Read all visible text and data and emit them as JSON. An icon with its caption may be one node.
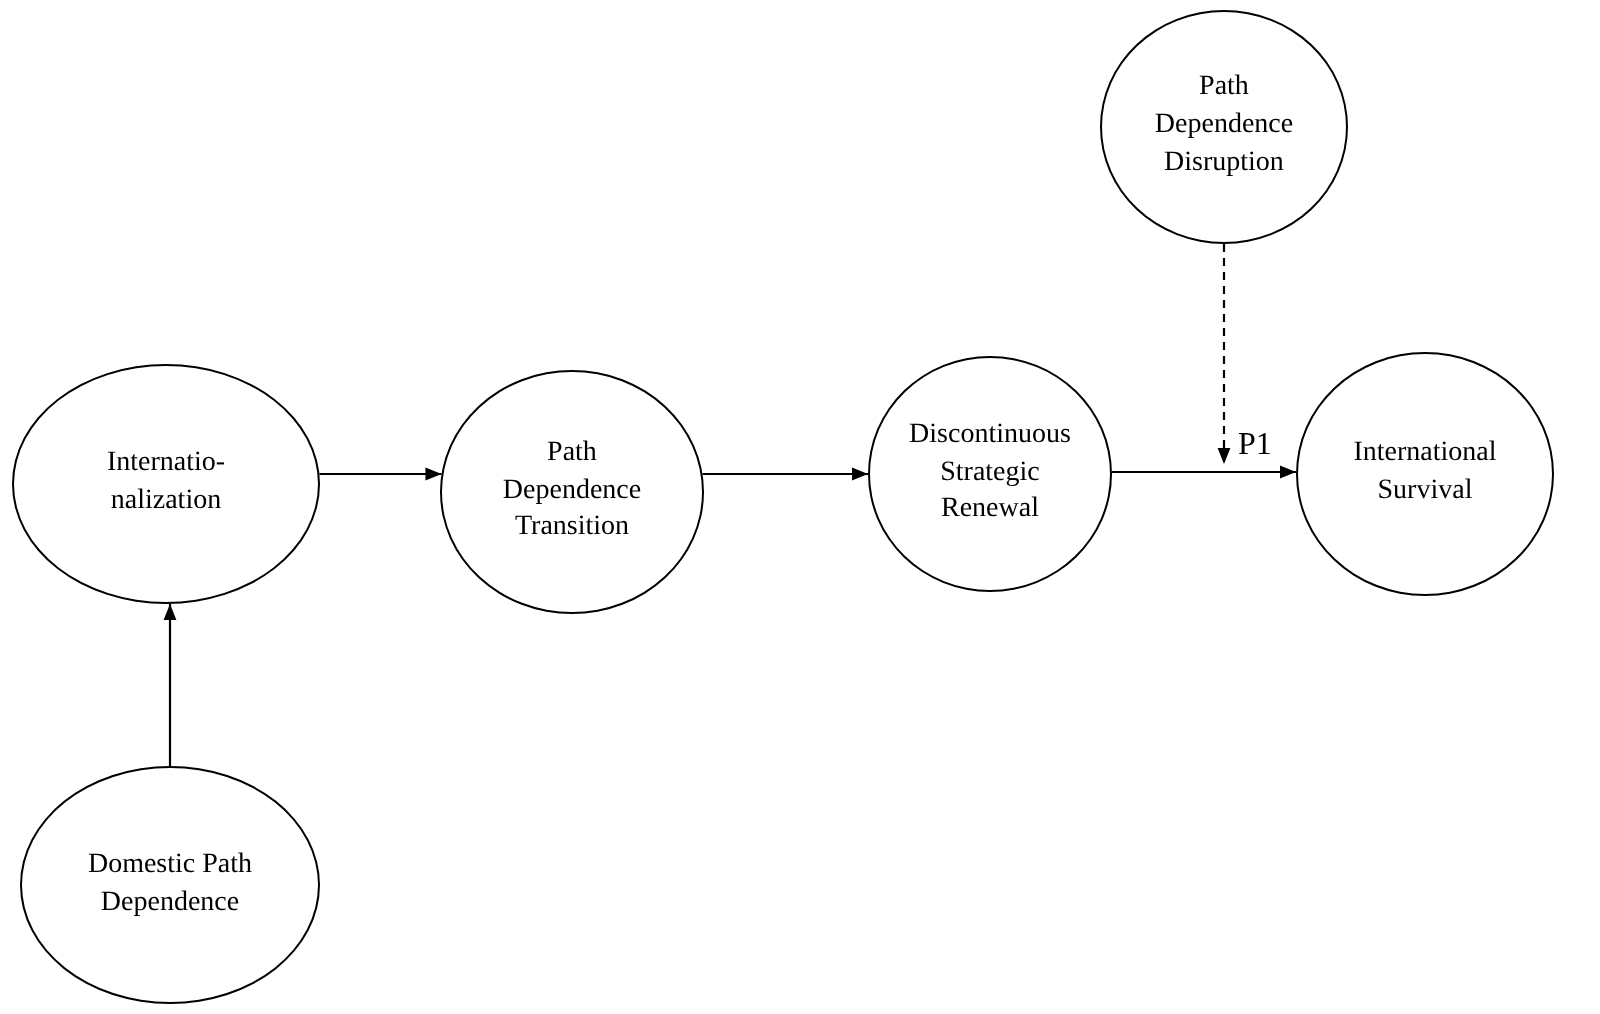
{
  "diagram": {
    "nodes": [
      {
        "text": [
          "Internatio- nalization"
        ]
      },
      {
        "text": [
          "Path Dependence Transition"
        ]
      },
      {
        "text": [
          "Discontinuous Strategic Renewal"
        ]
      },
      {
        "text": [
          "International Survival"
        ]
      },
      {
        "text": [
          "Path Dependence Disruption"
        ]
      },
      {
        "text": [
          "Domestic Path Dependence"
        ]
      }
    ],
    "edges": [
      {
        "from": 0,
        "to": 1,
        "arrow": "to"
      },
      {
        "from": 1,
        "to": 2,
        "arrow": "to"
      },
      {
        "from": 2,
        "to": 3,
        "arrow": "to",
        "label": "P1"
      },
      {
        "from": 4,
        "to": null,
        "arrow": "to",
        "style": "dashed"
      },
      {
        "from": 5,
        "to": 0,
        "arrow": "to"
      }
    ]
  }
}
